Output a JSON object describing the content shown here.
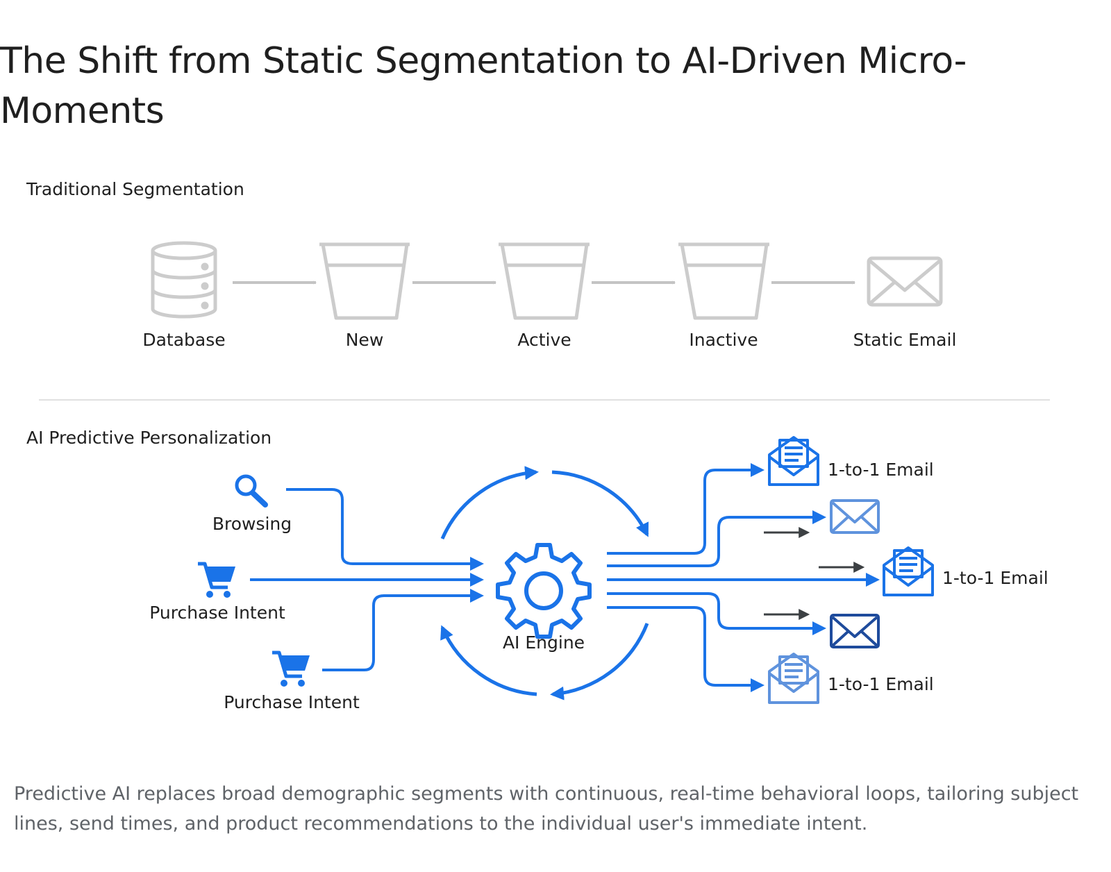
{
  "title": "The Shift from Static Segmentation to AI-Driven Micro-Moments",
  "traditional": {
    "heading": "Traditional Segmentation",
    "nodes": [
      {
        "label": "Database",
        "icon": "database-icon"
      },
      {
        "label": "New",
        "icon": "bucket-icon"
      },
      {
        "label": "Active",
        "icon": "bucket-icon"
      },
      {
        "label": "Inactive",
        "icon": "bucket-icon"
      },
      {
        "label": "Static Email",
        "icon": "envelope-icon"
      }
    ]
  },
  "ai": {
    "heading": "AI Predictive Personalization",
    "inputs": [
      {
        "label": "Browsing",
        "icon": "search-icon"
      },
      {
        "label": "Purchase Intent",
        "icon": "shopping-cart-icon"
      },
      {
        "label": "Purchase Intent",
        "icon": "shopping-cart-icon"
      }
    ],
    "engine": {
      "label": "AI Engine",
      "icon": "gear-icon"
    },
    "outputs": [
      {
        "label": "1-to-1 Email",
        "icon": "open-envelope-icon"
      },
      {
        "label": "",
        "icon": "envelope-icon"
      },
      {
        "label": "1-to-1 Email",
        "icon": "open-envelope-icon"
      },
      {
        "label": "",
        "icon": "envelope-icon"
      },
      {
        "label": "1-to-1 Email",
        "icon": "open-envelope-icon"
      }
    ]
  },
  "caption": "Predictive AI replaces broad demographic segments with continuous, real-time behavioral loops, tailoring subject lines, send times, and product recommendations to the individual user's immediate intent.",
  "colors": {
    "grey_icon": "#cccccc",
    "grey_arrow": "#c4c4c4",
    "blue": "#1a73e8",
    "dark_blue": "#1e4b9c",
    "light_blue": "#5f93dd",
    "text": "#1f1f1f",
    "caption": "#5f6368"
  }
}
